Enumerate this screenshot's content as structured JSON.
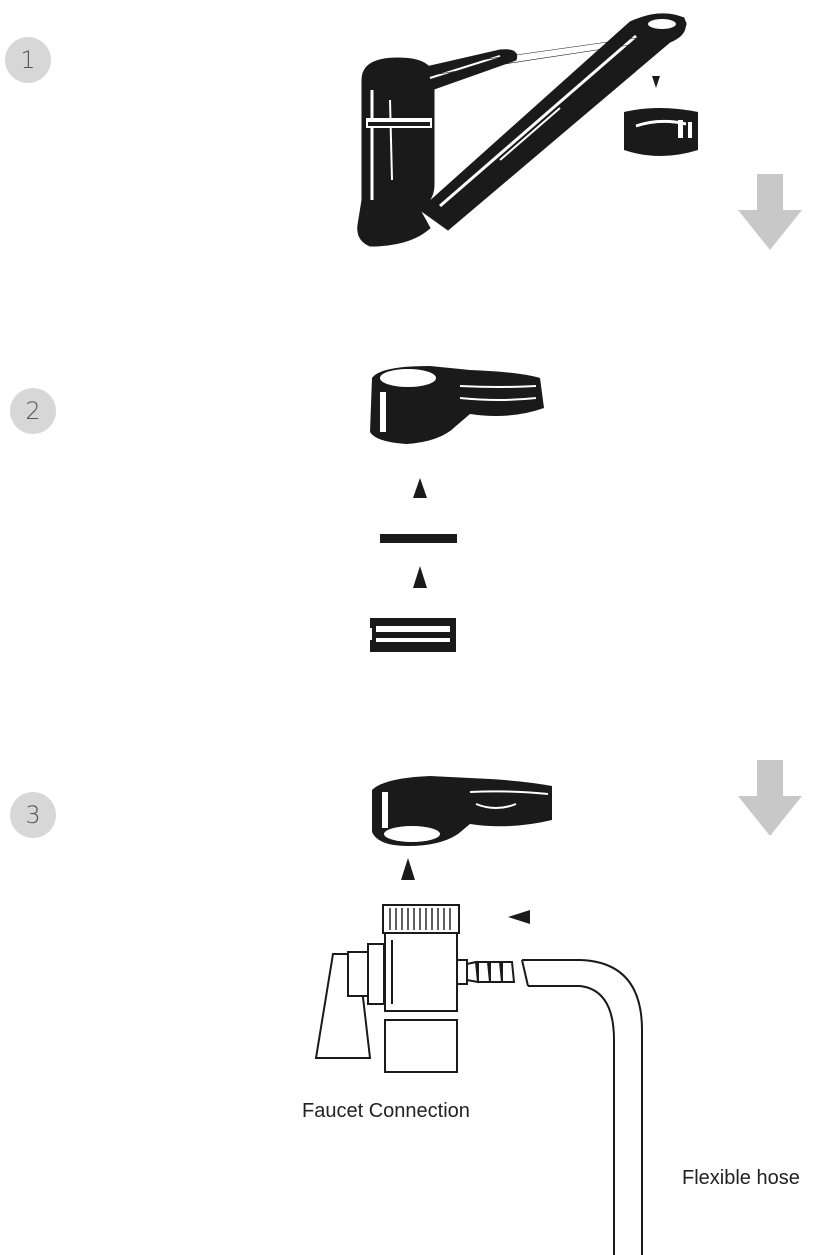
{
  "steps": [
    {
      "number": "1"
    },
    {
      "number": "2"
    },
    {
      "number": "3"
    }
  ],
  "labels": {
    "faucet_connection": "Faucet Connection",
    "flexible_hose": "Flexible hose"
  },
  "colors": {
    "ink": "#1a1a1a",
    "gray_arrow": "#c8c8c8",
    "badge": "#d7d7d7"
  }
}
